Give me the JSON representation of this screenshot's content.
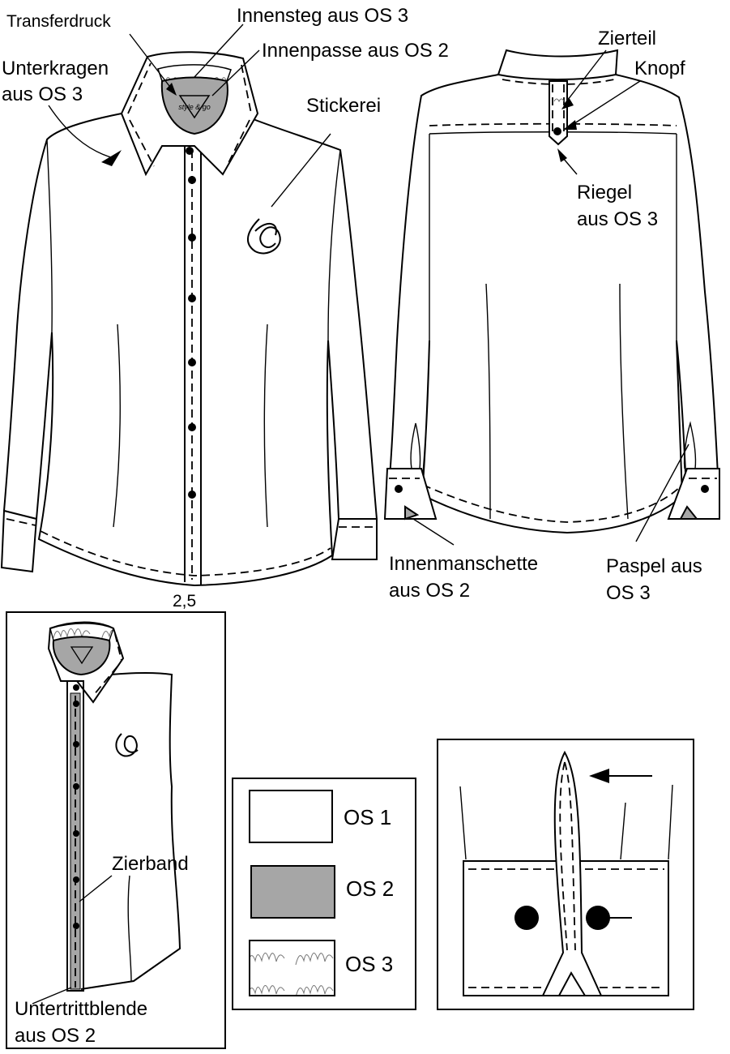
{
  "labels": {
    "transferdruck": "Transferdruck",
    "innensteg": "Innensteg aus OS 3",
    "innenpasse": "Innenpasse aus OS 2",
    "unterkragen_1": "Unterkragen",
    "unterkragen_2": "aus OS 3",
    "stickerei": "Stickerei",
    "measure": "2,5",
    "zierteil": "Zierteil",
    "knopf": "Knopf",
    "riegel_1": "Riegel",
    "riegel_2": "aus OS 3",
    "innenmanschette_1": "Innenmanschette",
    "innenmanschette_2": "aus OS 2",
    "paspel_1": "Paspel aus",
    "paspel_2": "OS 3",
    "zierband": "Zierband",
    "untertrittblende_1": "Untertrittblende",
    "untertrittblende_2": "aus OS 2",
    "logo_text": "style & go"
  },
  "legend": [
    {
      "label": "OS 1",
      "swatch": "#ffffff"
    },
    {
      "label": "OS 2",
      "swatch": "#a6a6a6"
    },
    {
      "label": "OS 3",
      "swatch": "pattern"
    }
  ],
  "colors": {
    "os2_fill": "#a6a6a6",
    "line": "#000000",
    "background": "#ffffff"
  }
}
